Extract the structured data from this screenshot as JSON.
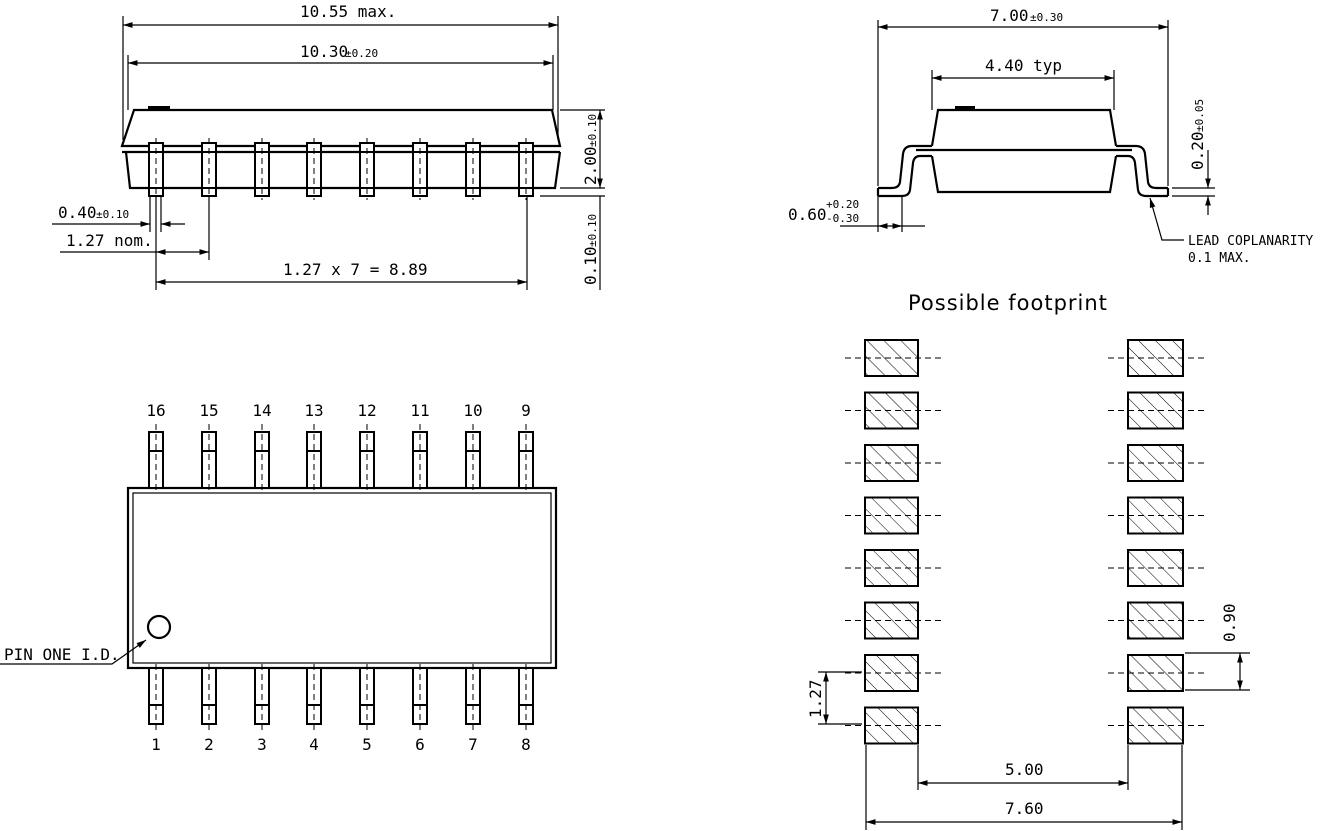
{
  "side_view": {
    "dim_overall_max": "10.55 max.",
    "dim_body": "10.30",
    "dim_body_tol": "±0.20",
    "dim_height": "2.00",
    "dim_height_tol": "±0.10",
    "dim_standoff": "0.10",
    "dim_standoff_tol": "±0.10",
    "dim_lead_width": "0.40",
    "dim_lead_width_tol": "±0.10",
    "dim_pitch": "1.27 nom.",
    "dim_span": "1.27 x 7 = 8.89"
  },
  "end_view": {
    "dim_total_width": "7.00",
    "dim_total_width_tol": "±0.30",
    "dim_body_width": "4.40 typ",
    "dim_lead_thickness": "0.20",
    "dim_lead_thickness_tol": "±0.05",
    "dim_foot": "0.60",
    "dim_foot_tol_plus": "+0.20",
    "dim_foot_tol_minus": "-0.30",
    "coplanarity_line1": "LEAD COPLANARITY",
    "coplanarity_line2": "0.1 MAX."
  },
  "top_view": {
    "pin_one_label": "PIN ONE I.D.",
    "top_pins": [
      "16",
      "15",
      "14",
      "13",
      "12",
      "11",
      "10",
      "9"
    ],
    "bottom_pins": [
      "1",
      "2",
      "3",
      "4",
      "5",
      "6",
      "7",
      "8"
    ]
  },
  "footprint": {
    "title": "Possible footprint",
    "dim_pad_length": "0.90",
    "dim_pitch": "1.27",
    "dim_inner_gap": "5.00",
    "dim_outer_span": "7.60",
    "pads_per_side": 8
  }
}
